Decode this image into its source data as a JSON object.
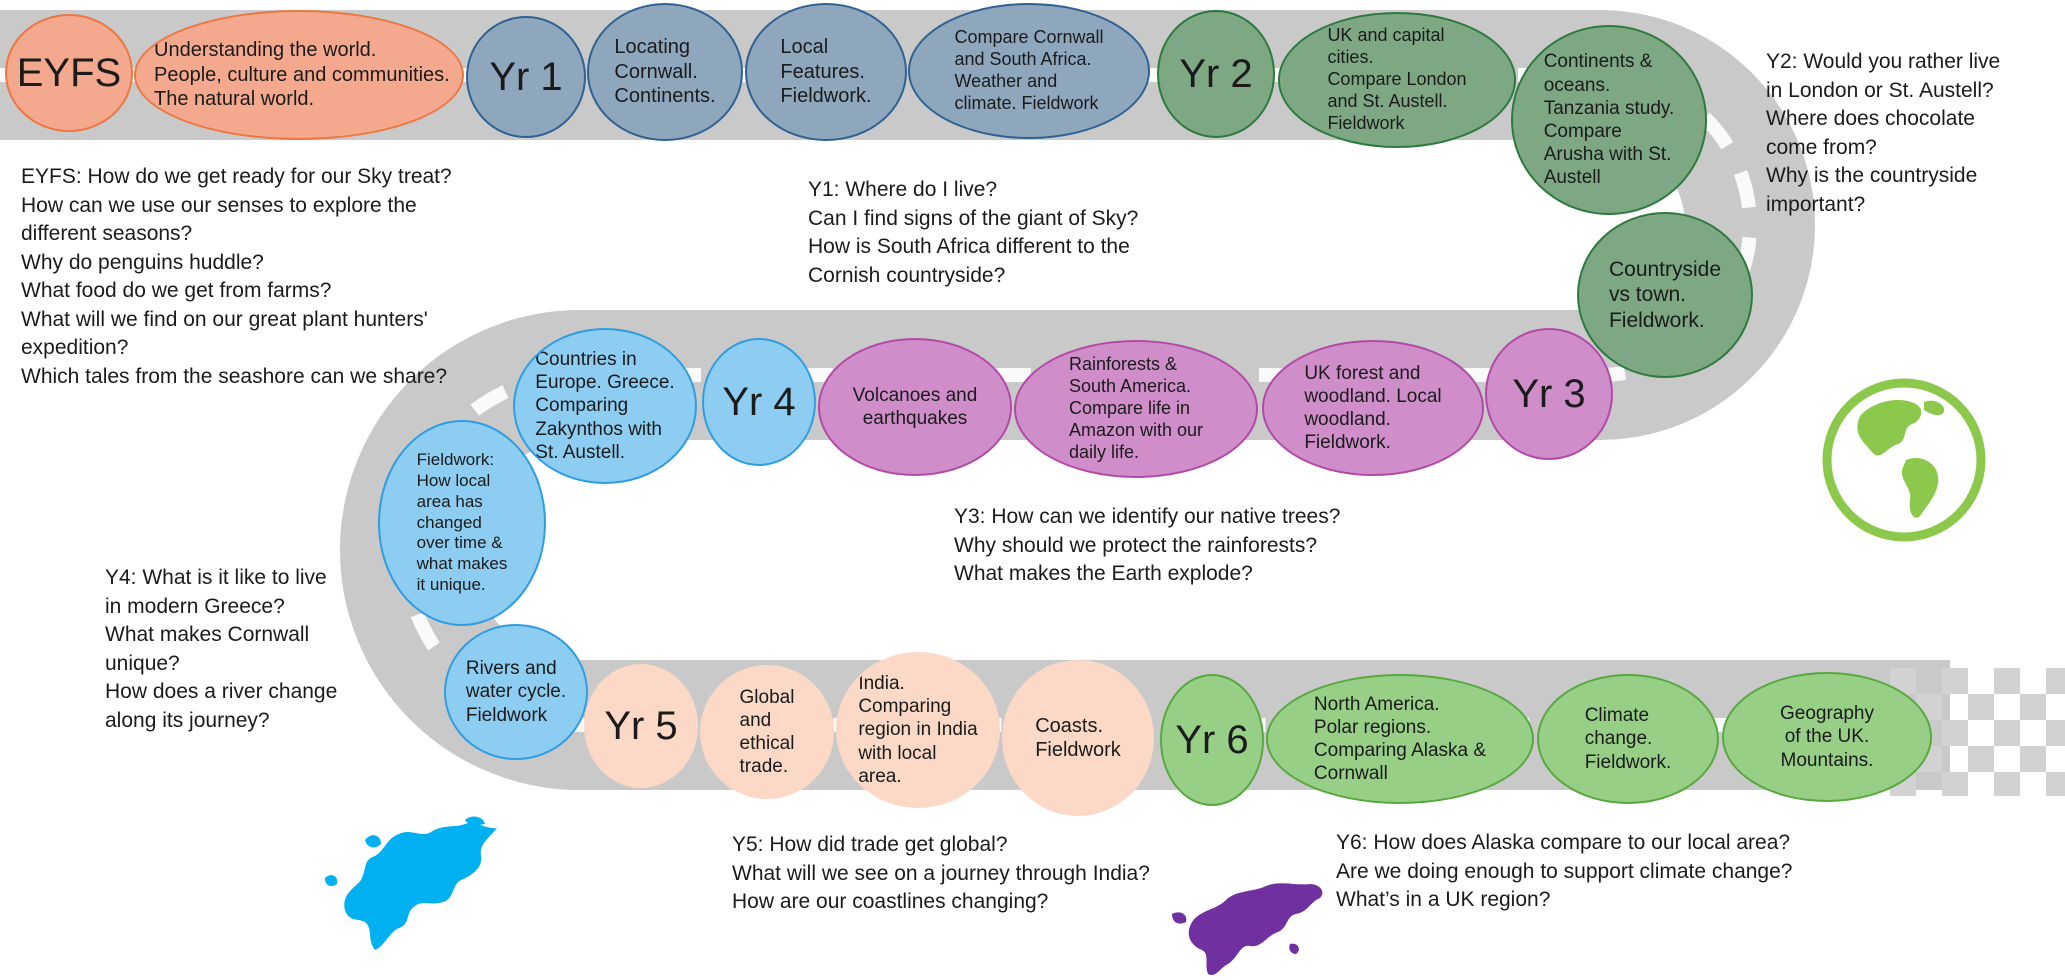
{
  "nodes": {
    "eyfs": "EYFS",
    "eyfs_topic": "Understanding the world.\nPeople, culture and communities.\nThe natural world.",
    "yr1": "Yr 1",
    "y1_locating": "Locating\nCornwall.\nContinents.",
    "y1_local": "Local\nFeatures.\nFieldwork.",
    "y1_compare": "Compare Cornwall\nand South Africa.\nWeather and\nclimate. Fieldwork",
    "yr2": "Yr 2",
    "y2_uk": "UK and capital\ncities.\nCompare London\nand St. Austell.\nFieldwork",
    "y2_continents": "Continents &\noceans.\nTanzania study.\nCompare\nArusha with St.\nAustell",
    "y2_countryside": "Countryside\nvs town.\nFieldwork.",
    "yr3": "Yr 3",
    "y3_forest": "UK forest and\nwoodland. Local\nwoodland.\nFieldwork.",
    "y3_rainforest": "Rainforests &\nSouth America.\nCompare life in\nAmazon with our\ndaily life.",
    "y3_volcanoes": "Volcanoes and\nearthquakes",
    "yr4": "Yr 4",
    "y4_europe": "Countries in\nEurope. Greece.\nComparing\nZakynthos with\nSt. Austell.",
    "y4_fieldwork": "Fieldwork:\nHow local\narea has\nchanged\nover time &\nwhat makes\nit unique.",
    "y4_rivers": "Rivers and\nwater cycle.\nFieldwork",
    "yr5": "Yr 5",
    "y5_trade": "Global\nand\nethical\ntrade.",
    "y5_india": "India.\nComparing\nregion in India\nwith local\narea.",
    "y5_coasts": "Coasts.\nFieldwork",
    "yr6": "Yr 6",
    "y6_north_america": "North America.\nPolar regions.\nComparing Alaska &\nCornwall",
    "y6_climate": "Climate\nchange.\nFieldwork.",
    "y6_geography": "Geography\nof the UK.\nMountains."
  },
  "questions": {
    "eyfs": "EYFS: How do we get ready for our Sky treat?\nHow can we use our senses to explore the\ndifferent seasons?\nWhy do penguins huddle?\nWhat food do we get from farms?\nWhat will we find on our great plant hunters'\nexpedition?\nWhich tales from the seashore can we share?",
    "y1": "Y1: Where do I live?\nCan I find signs of the giant of Sky?\nHow is South Africa different to the\nCornish countryside?",
    "y2": "Y2: Would you rather live\nin London or St. Austell?\nWhere does chocolate\ncome from?\nWhy is the countryside\nimportant?",
    "y3": "Y3: How can we identify our native trees?\nWhy should we protect the rainforests?\nWhat makes the Earth explode?",
    "y4": "Y4: What is it like to live\nin modern Greece?\nWhat makes Cornwall\nunique?\nHow does a river change\nalong its journey?",
    "y5": "Y5: How did trade get global?\nWhat will we see on a journey through India?\nHow are our coastlines changing?",
    "y6": "Y6: How does Alaska compare to our local area?\nAre we doing enough to support climate change?\nWhat’s in a UK region?"
  },
  "icons": {
    "globe": "globe-icon",
    "europe": "europe-map-icon",
    "asia": "asia-map-icon",
    "finish": "checkered-finish-flag"
  },
  "colors": {
    "road": "#c9c9c9",
    "road_dash": "#ffffff",
    "eyfs": "#f4a98f",
    "year1": "#8fa7bd",
    "year2": "#7ea883",
    "year3": "#cf8ec9",
    "year4": "#8dcdf2",
    "year5": "#fbd9c6",
    "year6": "#97cf87",
    "globe": "#8cc84b",
    "europe": "#00b0f0",
    "asia": "#7030a0"
  }
}
